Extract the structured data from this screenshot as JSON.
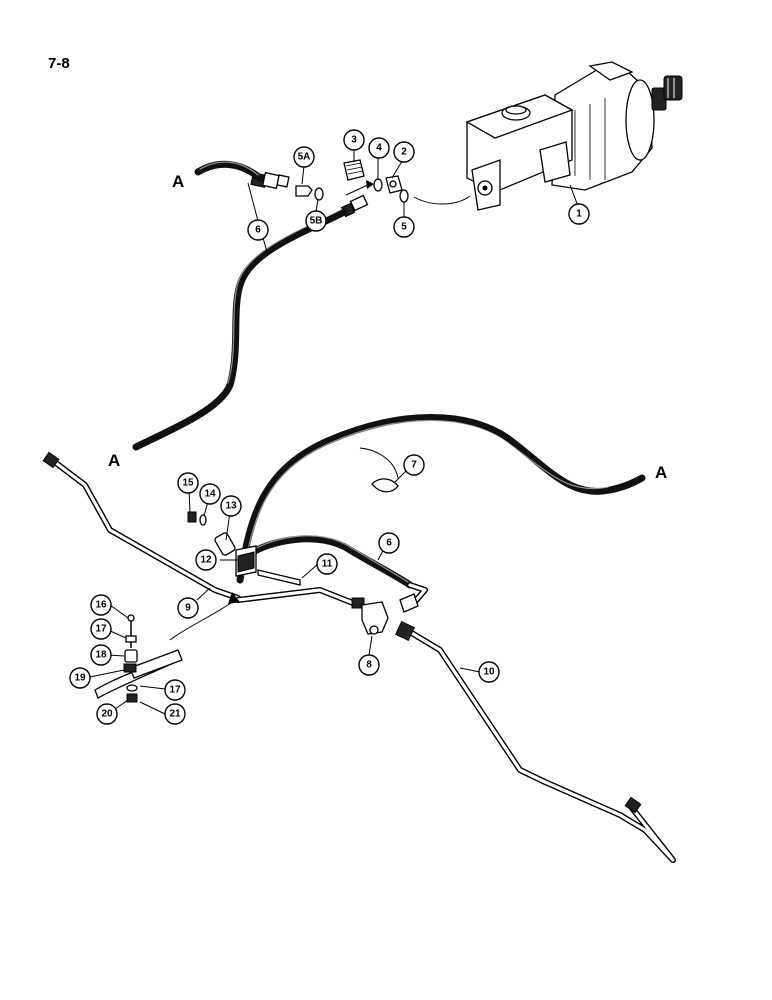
{
  "page_number": "7-8",
  "view_letters": [
    "A",
    "A",
    "A"
  ],
  "callouts": [
    "1",
    "2",
    "3",
    "4",
    "5",
    "5A",
    "5B",
    "6",
    "6",
    "7",
    "8",
    "9",
    "10",
    "11",
    "12",
    "13",
    "14",
    "15",
    "16",
    "17",
    "17",
    "18",
    "19",
    "20",
    "21"
  ]
}
